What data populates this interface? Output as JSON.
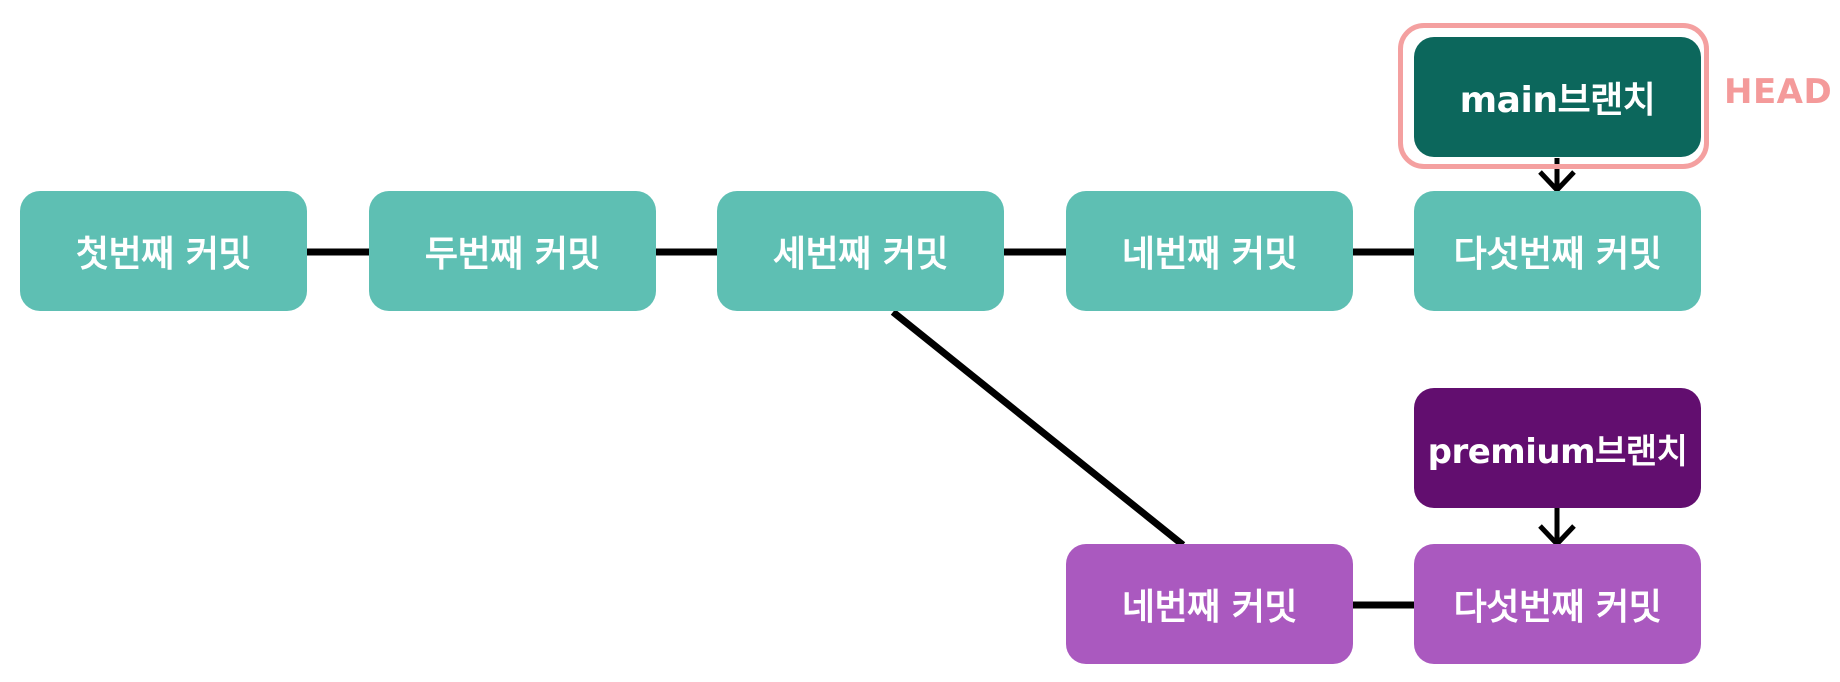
{
  "main_line": {
    "commits": [
      {
        "label": "첫번째 커밋"
      },
      {
        "label": "두번째 커밋"
      },
      {
        "label": "세번째 커밋"
      },
      {
        "label": "네번째 커밋"
      },
      {
        "label": "다섯번째 커밋"
      }
    ],
    "branch": {
      "label": "main브랜치"
    },
    "color": "#5ebfb3",
    "branch_color": "#0c675c"
  },
  "premium_line": {
    "commits": [
      {
        "label": "네번째 커밋"
      },
      {
        "label": "다섯번째 커밋"
      }
    ],
    "branch": {
      "label": "premium브랜치"
    },
    "color": "#aa59bf",
    "branch_color": "#620e6f"
  },
  "head": {
    "label": "HEAD",
    "color": "#f49a9a"
  },
  "connector_color": "#000000"
}
